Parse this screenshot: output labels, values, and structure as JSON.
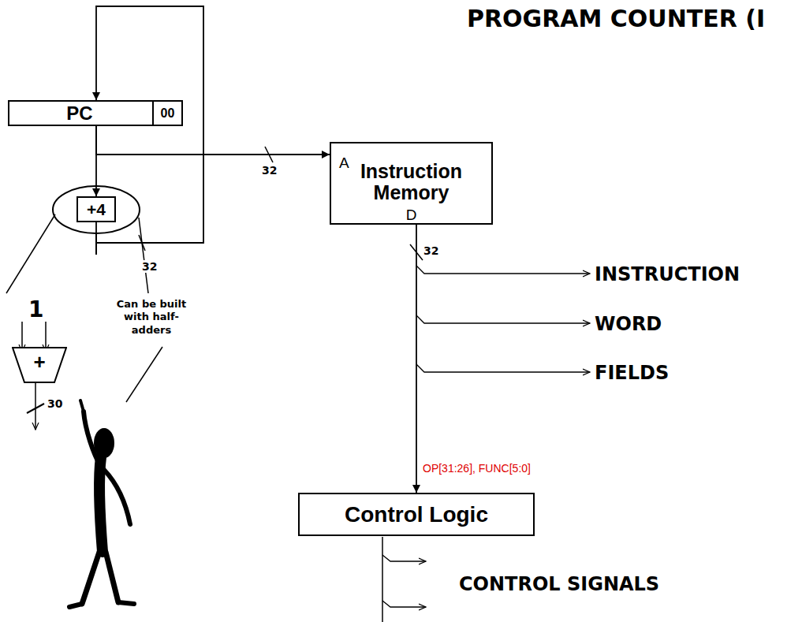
{
  "diagram": {
    "title": "PROGRAM COUNTER (I",
    "nodes": [
      {
        "text": [
          "PC"
        ]
      },
      {
        "text": [
          "00"
        ],
        "in": 0
      },
      {
        "text": [
          "+4"
        ]
      },
      {
        "text": [
          "A",
          "Instruction Memory",
          "D"
        ]
      },
      {
        "text": [
          "Control Logic"
        ]
      },
      {
        "text": [
          "+"
        ]
      }
    ],
    "edges": [
      {
        "from": 0,
        "to": 3,
        "arrow": "to",
        "label": "32"
      },
      {
        "from": 0,
        "to": 2,
        "arrow": "to"
      },
      {
        "from": 2,
        "to": 0,
        "arrow": "to",
        "label": "32"
      },
      {
        "from": 3,
        "to": 4,
        "arrow": "to",
        "label": "OP[31:26], FUNC[5:0]"
      }
    ],
    "labels": [
      "32",
      "INSTRUCTION",
      "WORD",
      "FIELDS",
      "CONTROL SIGNALS",
      "1",
      "30",
      "Can be built with half-adders"
    ]
  }
}
